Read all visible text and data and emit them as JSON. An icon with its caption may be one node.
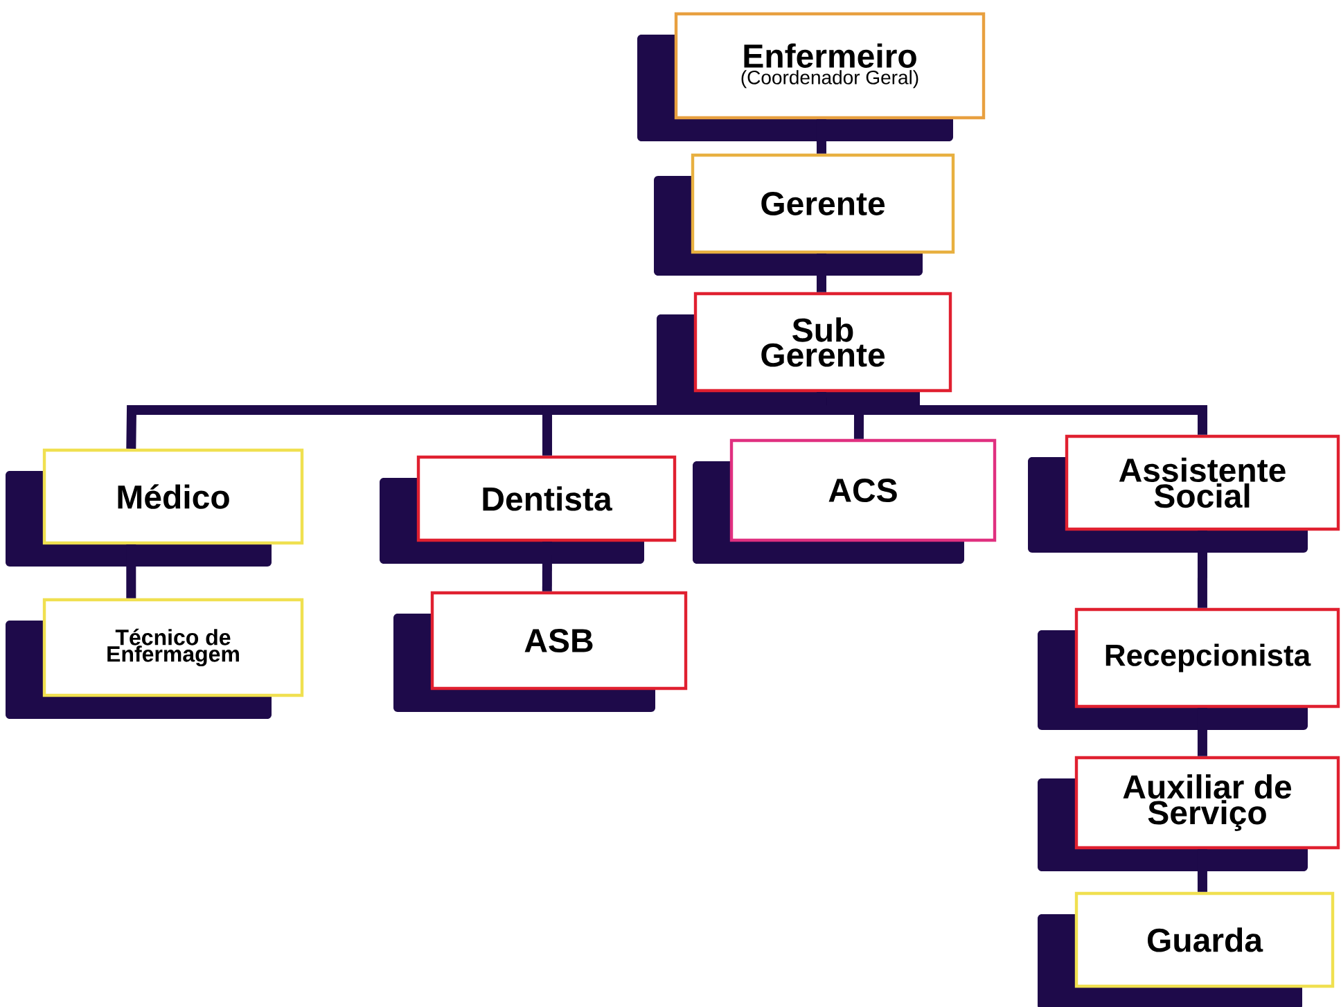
{
  "diagram": {
    "nodes": [
      {
        "text": [
          "Enfermeiro",
          "(Coordenador Geral)"
        ]
      },
      {
        "text": [
          "Gerente"
        ]
      },
      {
        "text": [
          "Sub Gerente"
        ]
      },
      {
        "text": [
          "Médico"
        ]
      },
      {
        "text": [
          "Dentista"
        ]
      },
      {
        "text": [
          "ACS"
        ]
      },
      {
        "text": [
          "Assistente Social"
        ]
      },
      {
        "text": [
          "Técnico de Enfermagem"
        ]
      },
      {
        "text": [
          "ASB"
        ]
      },
      {
        "text": [
          "Recepcionista"
        ]
      },
      {
        "text": [
          "Auxiliar de Serviço"
        ]
      },
      {
        "text": [
          "Guarda"
        ]
      }
    ],
    "edges": [
      {
        "from": 0,
        "to": 1,
        "arrow": "none"
      },
      {
        "from": 1,
        "to": 2,
        "arrow": "none"
      },
      {
        "from": 2,
        "to": 3,
        "arrow": "none"
      },
      {
        "from": 2,
        "to": 4,
        "arrow": "none"
      },
      {
        "from": 2,
        "to": 5,
        "arrow": "none"
      },
      {
        "from": 2,
        "to": 6,
        "arrow": "none"
      },
      {
        "from": 3,
        "to": 7,
        "arrow": "none"
      },
      {
        "from": 4,
        "to": 8,
        "arrow": "none"
      },
      {
        "from": 6,
        "to": 9,
        "arrow": "none"
      },
      {
        "from": 9,
        "to": 10,
        "arrow": "none"
      },
      {
        "from": 10,
        "to": 11,
        "arrow": "none"
      }
    ]
  }
}
